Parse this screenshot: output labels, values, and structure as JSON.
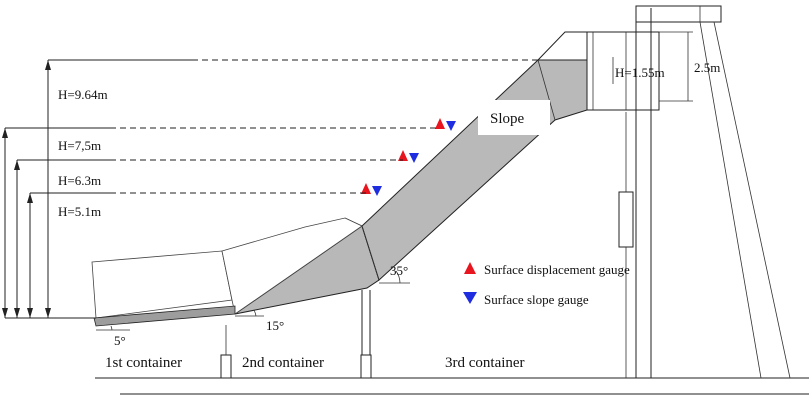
{
  "heights": [
    {
      "label": "H=9.64m"
    },
    {
      "label": "H=7,5m"
    },
    {
      "label": "H=6.3m"
    },
    {
      "label": "H=5.1m"
    }
  ],
  "slope_label": "Slope",
  "tank_height_label": "H=1.55m",
  "tower_height_label": "2.5m",
  "angles": {
    "a1": "5°",
    "a2": "15°",
    "a3": "35°"
  },
  "containers": [
    "1st container",
    "2nd container",
    "3rd container"
  ],
  "legend": [
    {
      "label": "Surface displacement gauge",
      "color": "#e8141e",
      "shape": "triangle-up"
    },
    {
      "label": "Surface slope gauge",
      "color": "#1f2de0",
      "shape": "triangle-down"
    }
  ]
}
